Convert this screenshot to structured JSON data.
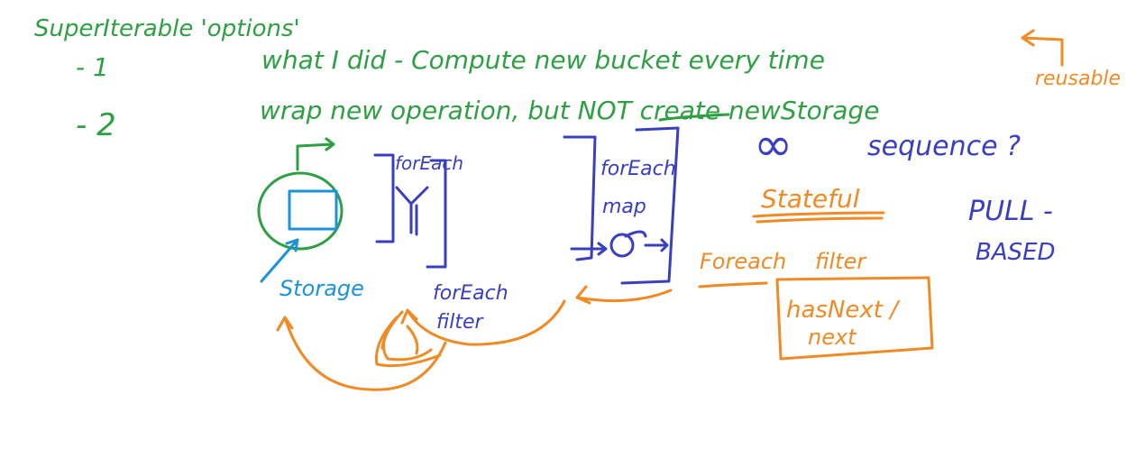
{
  "colors": {
    "green": "#2ea043",
    "blue": "#3a3fbf",
    "cyan": "#1a93d9",
    "orange": "#f08a24",
    "background": "#ffffff"
  },
  "notes": {
    "heading": "SuperIterable 'options'",
    "item1_marker": "- 1",
    "item1_text": "what I did - Compute new bucket every time",
    "item1_side": "reusable",
    "item2_marker": "- 2",
    "item2_text": "wrap new operation, but NOT create newStorage"
  },
  "diagram": {
    "storage_label": "Storage",
    "foreach_left": "forEach",
    "foreach_right": "forEach",
    "map_label": "map",
    "foreach_filter_line1": "forEach",
    "foreach_filter_line2": "filter"
  },
  "concepts": {
    "infinite": "∞",
    "sequence": "sequence ?",
    "stateful": "Stateful",
    "foreach": "Foreach",
    "filter": "filter",
    "hasnext_line1": "hasNext /",
    "hasnext_line2": "next",
    "pull": "PULL -",
    "based": "BASED"
  }
}
